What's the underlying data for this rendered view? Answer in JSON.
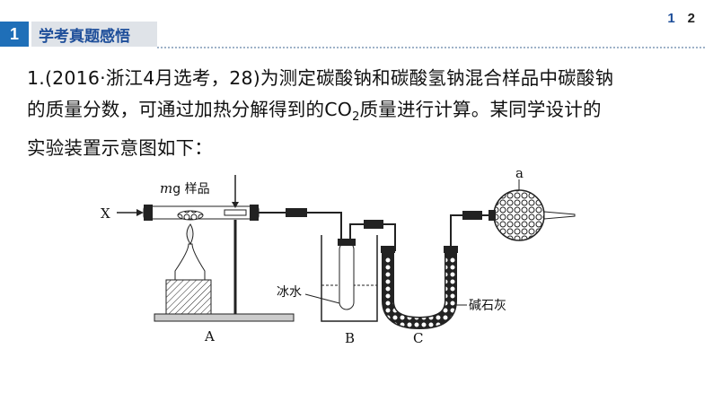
{
  "header": {
    "section_number": "1",
    "section_title": "学考真题感悟",
    "pages": [
      "1",
      "2"
    ]
  },
  "question": {
    "line1_prefix": "1.(2016·浙江4月选考，28)为测定碳酸钠和碳酸氢钠混合样品中碳酸钠",
    "line2_before": "的质量分数，可通过加热分解得到的CO",
    "line2_sub": "2",
    "line2_after": "质量进行计算。某同学设计的",
    "line3": "实验装置示意图如下："
  },
  "diagram": {
    "label_x": "X",
    "label_sample_m": "m",
    "label_sample_rest": "g 样品",
    "label_a": "a",
    "label_ice_water": "冰水",
    "label_soda_lime": "碱石灰",
    "label_A": "A",
    "label_B": "B",
    "label_C": "C"
  }
}
